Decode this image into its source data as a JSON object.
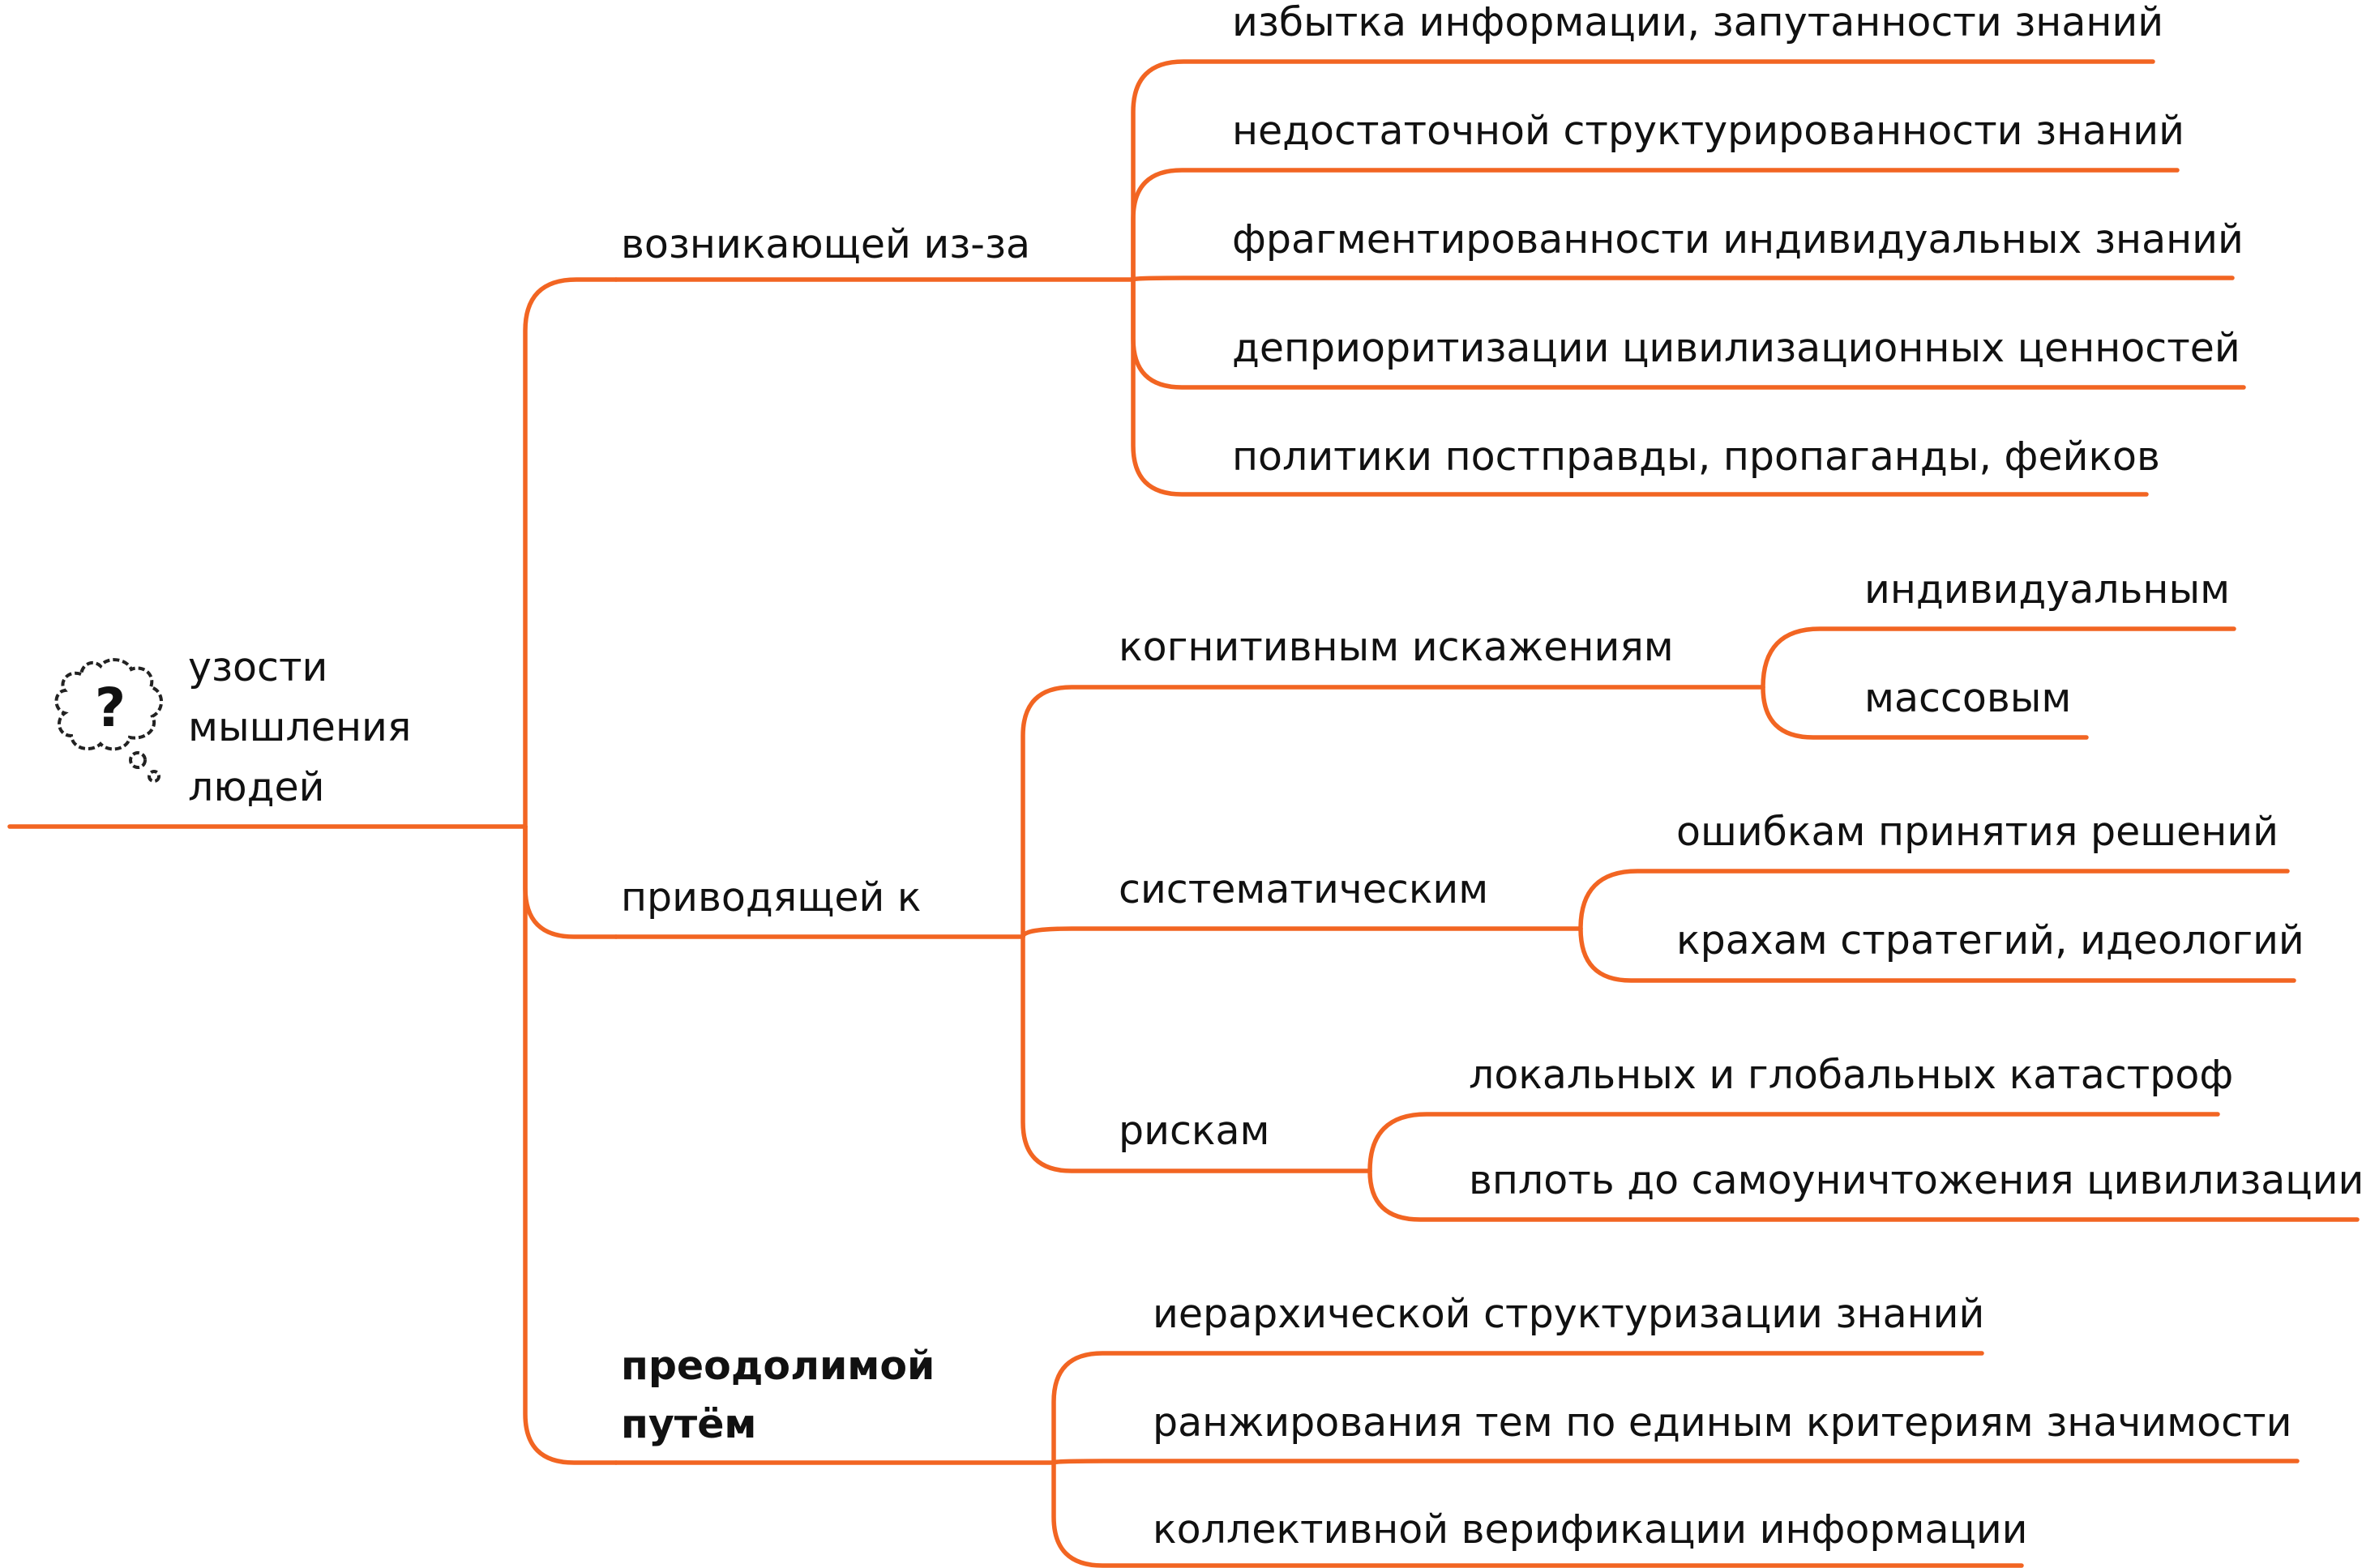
{
  "colors": {
    "edge": "#f26522",
    "text": "#111111"
  },
  "root": {
    "icon": "thought-bubble-question-icon",
    "icon_glyph": "?",
    "lines": [
      "узости",
      "мышления",
      "людей"
    ]
  },
  "branches": [
    {
      "label": "возникающей из-за",
      "children": [
        {
          "label": "избытка информации, запутанности знаний"
        },
        {
          "label": "недостаточной структурированности знаний"
        },
        {
          "label": "фрагментированности индивидуальных знаний"
        },
        {
          "label": "деприоритизации цивилизационных ценностей"
        },
        {
          "label": "политики постправды, пропаганды, фейков"
        }
      ]
    },
    {
      "label": "приводящей к",
      "children": [
        {
          "label": "когнитивным искажениям",
          "children": [
            {
              "label": "индивидуальным"
            },
            {
              "label": "массовым"
            }
          ]
        },
        {
          "label": "систематическим",
          "children": [
            {
              "label": "ошибкам принятия решений"
            },
            {
              "label": "крахам стратегий, идеологий"
            }
          ]
        },
        {
          "label": "рискам",
          "children": [
            {
              "label": "локальных и глобальных катастроф"
            },
            {
              "label": "вплоть до самоуничтожения цивилизации"
            }
          ]
        }
      ]
    },
    {
      "label_lines": [
        "преодолимой",
        "путём"
      ],
      "children": [
        {
          "label": "иерархической структуризации знаний"
        },
        {
          "label": "ранжирования тем по единым критериям значимости"
        },
        {
          "label": "коллективной верификации информации"
        }
      ]
    }
  ]
}
